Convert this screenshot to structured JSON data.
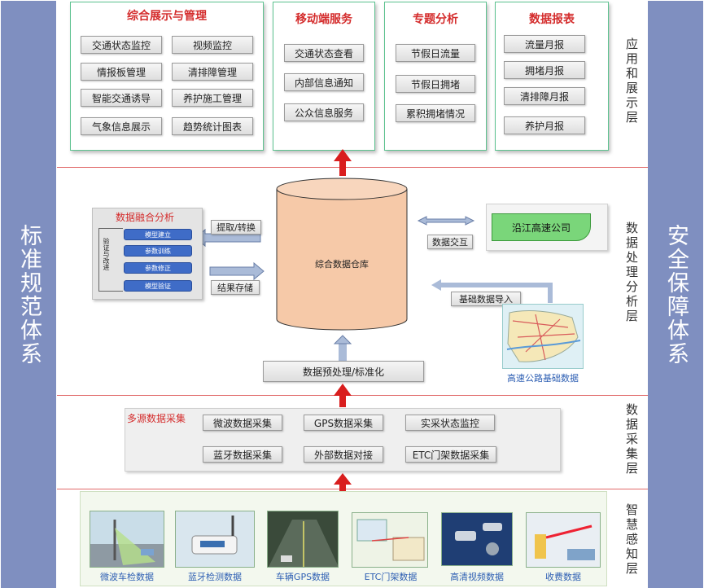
{
  "side_left": "标准规范体系",
  "side_right": "安全保障体系",
  "layers": {
    "app": "应用和展示层",
    "processing": "数据处理分析层",
    "collection": "数据采集层",
    "perception": "智慧感知层"
  },
  "app_layer": {
    "group1": {
      "title": "综合展示与管理",
      "items": [
        "交通状态监控",
        "视频监控",
        "情报板管理",
        "清排障管理",
        "智能交通诱导",
        "养护施工管理",
        "气象信息展示",
        "趋势统计图表"
      ]
    },
    "group2": {
      "title": "移动端服务",
      "items": [
        "交通状态查看",
        "内部信息通知",
        "公众信息服务"
      ]
    },
    "group3": {
      "title": "专题分析",
      "items": [
        "节假日流量",
        "节假日拥堵",
        "累积拥堵情况"
      ]
    },
    "group4": {
      "title": "数据报表",
      "items": [
        "流量月报",
        "拥堵月报",
        "清排障月报",
        "养护月报"
      ]
    }
  },
  "processing_layer": {
    "fusion_title": "数据融合分析",
    "loop_label": "验证与改进",
    "steps": [
      "模型建立",
      "参数训练",
      "参数修正",
      "模型验证"
    ],
    "extract_label": "提取/转换",
    "store_label": "结果存储",
    "warehouse_label": "综合数据仓库",
    "exchange_label": "数据交互",
    "company_label": "沿江高速公司",
    "import_label": "基础数据导入",
    "map_caption": "高速公路基础数据",
    "preprocess_label": "数据预处理/标准化"
  },
  "collection_layer": {
    "title": "多源数据采集",
    "items": [
      "微波数据采集",
      "GPS数据采集",
      "实采状态监控",
      "蓝牙数据采集",
      "外部数据对接",
      "ETC门架数据采集"
    ]
  },
  "perception_layer": {
    "captions": [
      "微波车检数据",
      "蓝牙检测数据",
      "车辆GPS数据",
      "ETC门架数据",
      "高清视频数据",
      "收费数据"
    ]
  },
  "colors": {
    "side_panel": "#7f8fc0",
    "title_red": "#d42c2c",
    "green_border": "#5cc28f",
    "warehouse_fill": "#f6c9a8",
    "arrow_red": "#d91e1e"
  }
}
